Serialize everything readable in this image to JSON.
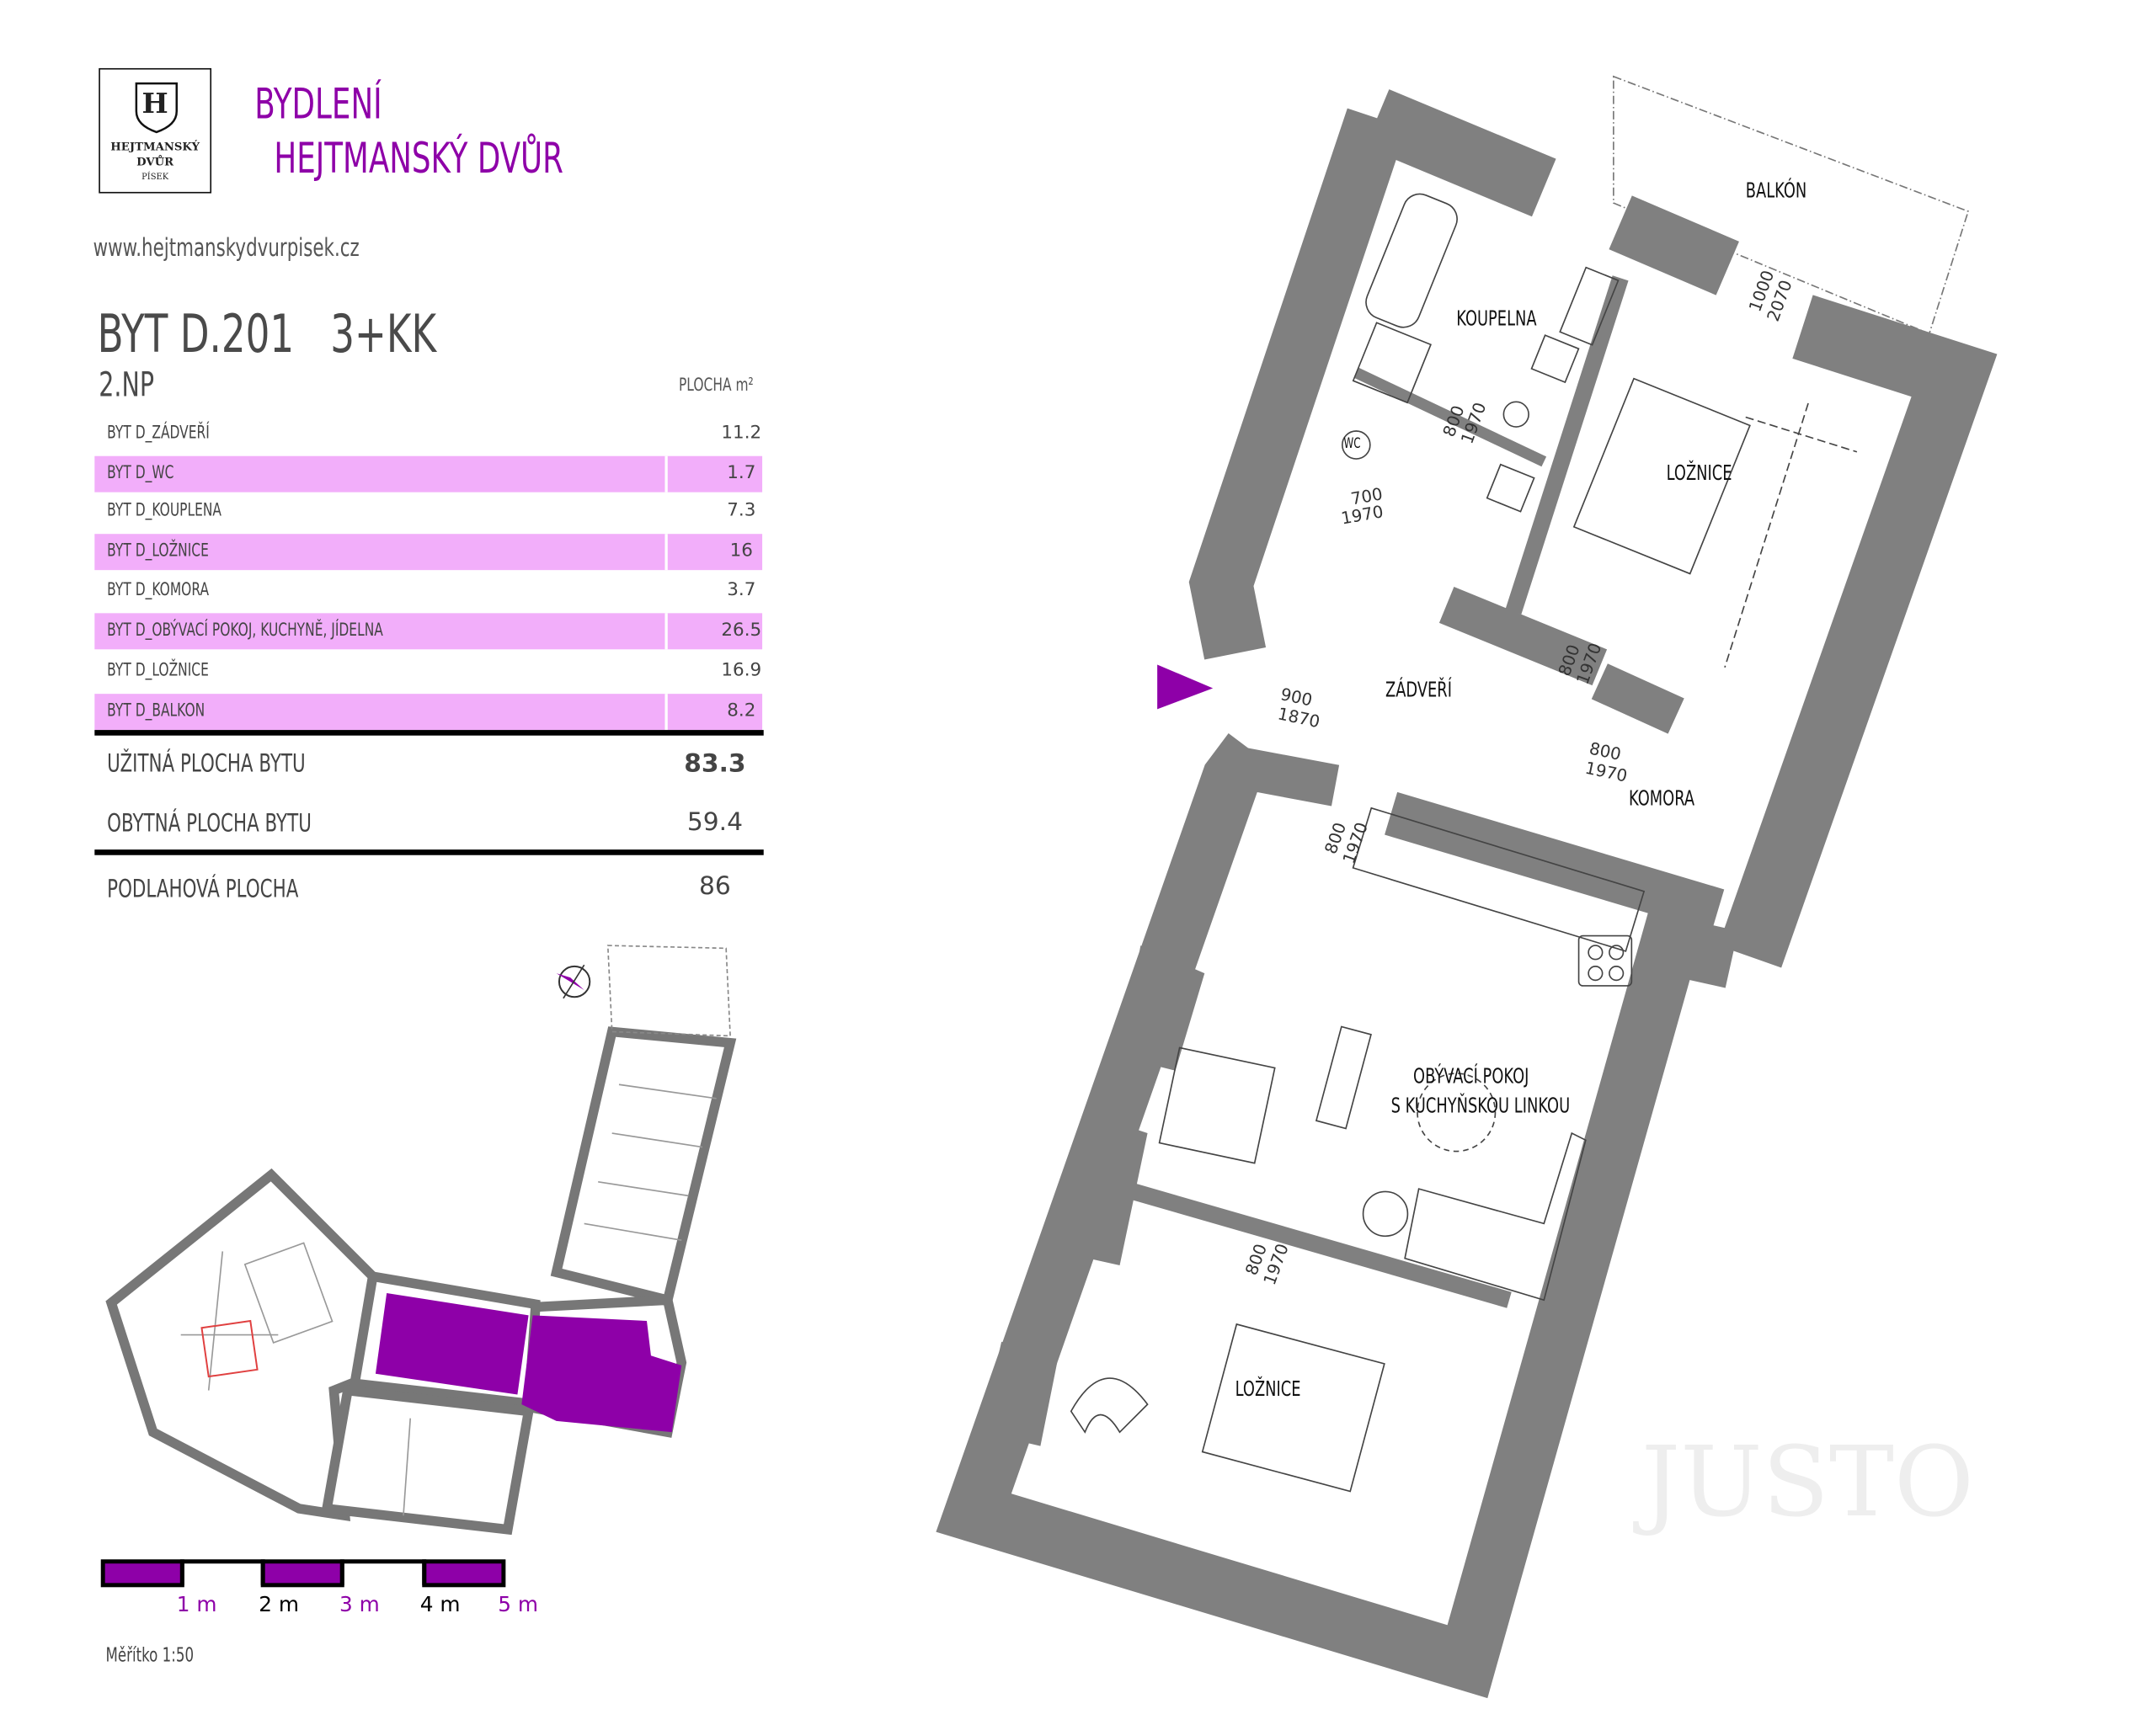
{
  "logo": {
    "line1": "HEJTMANSKÝ",
    "line2": "DVŮR",
    "line3": "PÍSEK",
    "letter": "H"
  },
  "brand": {
    "line1": "BYDLENÍ",
    "line2": "HEJTMANSKÝ DVŮR",
    "color": "#8e00a8"
  },
  "website": "www.hejtmanskydvurpisek.cz",
  "unit": {
    "title": "BYT D.201   3+KK",
    "floor": "2.NP",
    "area_header": "PLOCHA m²"
  },
  "rooms": [
    {
      "name": "BYT D_ZÁDVEŘÍ",
      "area": "11.2"
    },
    {
      "name": "BYT D_WC",
      "area": "1.7"
    },
    {
      "name": "BYT D_KOUPLENA",
      "area": "7.3"
    },
    {
      "name": "BYT D_LOŽNICE",
      "area": "16"
    },
    {
      "name": "BYT D_KOMORA",
      "area": "3.7"
    },
    {
      "name": "BYT D_OBÝVACÍ POKOJ, KUCHYNĚ, JÍDELNA",
      "area": "26.5"
    },
    {
      "name": "BYT D_LOŽNICE",
      "area": "16.9"
    },
    {
      "name": "BYT D_BALKON",
      "area": "8.2"
    }
  ],
  "totals": {
    "usable_label": "UŽITNÁ PLOCHA BYTU",
    "usable_value": "83.3",
    "living_label": "OBYTNÁ PLOCHA BYTU",
    "living_value": "59.4",
    "floor_label": "PODLAHOVÁ PLOCHA",
    "floor_value": "86"
  },
  "scale": {
    "labels": [
      "1 m",
      "2 m",
      "3 m",
      "4 m",
      "5 m"
    ],
    "caption": "Měřítko 1:50"
  },
  "plan": {
    "rooms": {
      "balcony": "BALKÓN",
      "bathroom": "KOUPELNA",
      "wc": "WC",
      "bedroom1": "LOŽNICE",
      "hall": "ZÁDVEŘÍ",
      "storage": "KOMORA",
      "living1": "OBÝVACÍ POKOJ",
      "living2": "S KUCHYŇSKOU LINKOU",
      "bedroom2": "LOŽNICE"
    },
    "doors": [
      {
        "w": "800",
        "h": "1970"
      },
      {
        "w": "700",
        "h": "1970"
      },
      {
        "w": "1000",
        "h": "2070"
      },
      {
        "w": "900",
        "h": "1870"
      },
      {
        "w": "800",
        "h": "1970"
      },
      {
        "w": "800",
        "h": "1970"
      },
      {
        "w": "800",
        "h": "1970"
      },
      {
        "w": "800",
        "h": "1970"
      }
    ],
    "watermark": "JUSTO"
  },
  "colors": {
    "accent": "#8e00a8",
    "row_highlight": "#f2aefa",
    "wall": "#808080"
  }
}
